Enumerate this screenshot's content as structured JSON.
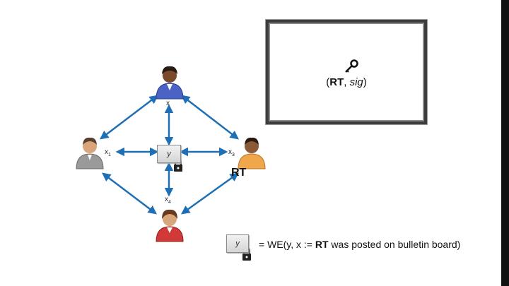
{
  "board": {
    "open_paren": "(",
    "rt": "RT",
    "sep": ", ",
    "sig": "sig",
    "close_paren": ")",
    "icon": "key-icon"
  },
  "labels": {
    "x_left": "x",
    "x_left_sub": "1",
    "x_top": "x",
    "x_right": "x",
    "x_right_sub": "3",
    "x_bottom": "x",
    "x_bottom_sub": "4",
    "rt_label": "RT",
    "y_center": "y",
    "y_legend": "y"
  },
  "formula": {
    "prefix": "= WE(y, x := ",
    "rt": "RT",
    "suffix": " was posted on bulletin board)"
  },
  "colors": {
    "arrow": "#1f6fb5",
    "person_top": "#4a63c4",
    "person_left": "#9a9a9a",
    "person_right": "#f0a64a",
    "person_bottom": "#d23a3a"
  }
}
